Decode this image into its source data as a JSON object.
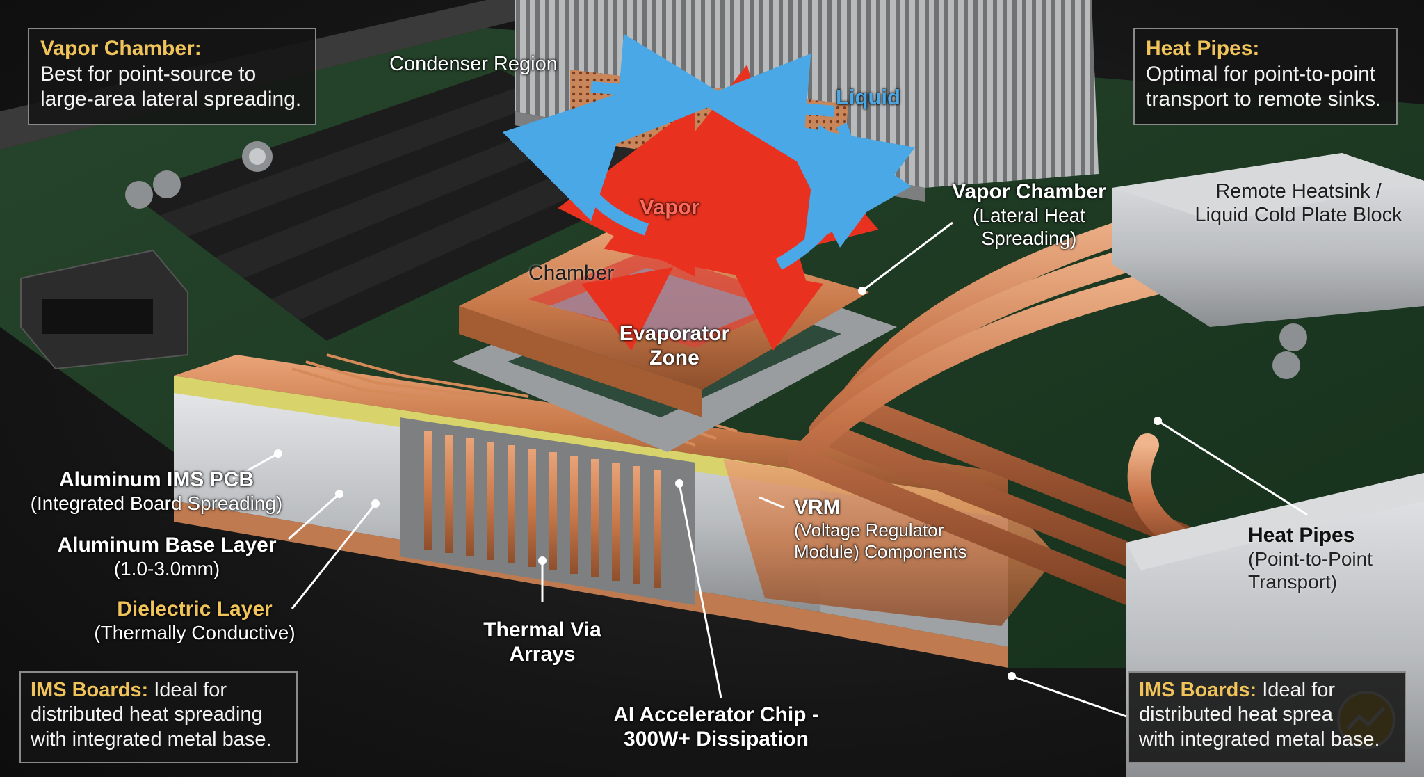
{
  "callouts": {
    "vapor_chamber": {
      "title": "Vapor Chamber:",
      "body_line1": "Best for point-source to",
      "body_line2": "large-area lateral spreading."
    },
    "heat_pipes": {
      "title": "Heat Pipes:",
      "body_line1": "Optimal for point-to-point",
      "body_line2": "transport to remote sinks."
    },
    "ims_left": {
      "title": "IMS Boards:",
      "body_line1": " Ideal for",
      "body_line2": "distributed heat spreading",
      "body_line3": "with integrated metal base."
    },
    "ims_right": {
      "title": "IMS Boards:",
      "body_line1": " Ideal for",
      "body_line2": "distributed heat sprea",
      "body_line3": "with integrated metal base."
    }
  },
  "labels": {
    "condenser_region": "Condenser Region",
    "liquid": "Liquid",
    "vapor": "Vapor",
    "chamber": "Chamber",
    "evaporator_line1": "Evaporator",
    "evaporator_line2": "Zone",
    "vapor_chamber_title": "Vapor Chamber",
    "vapor_chamber_sub1": "(Lateral Heat",
    "vapor_chamber_sub2": "Spreading)",
    "remote_heatsink_line1": "Remote Heatsink /",
    "remote_heatsink_line2": "Liquid Cold Plate Block",
    "aluminum_ims_pcb": "Aluminum IMS PCB",
    "aluminum_ims_pcb_sub": "(Integrated Board Spreading)",
    "aluminum_base": "Aluminum Base Layer",
    "aluminum_base_sub": "(1.0-3.0mm)",
    "dielectric": "Dielectric Layer",
    "dielectric_sub": "(Thermally Conductive)",
    "thermal_via_line1": "Thermal Via",
    "thermal_via_line2": "Arrays",
    "ai_chip_line1": "AI Accelerator Chip -",
    "ai_chip_line2": "300W+ Dissipation",
    "vrm_title": "VRM",
    "vrm_sub1": "(Voltage Regulator",
    "vrm_sub2": "Module) Components",
    "heat_pipes_title": "Heat Pipes",
    "heat_pipes_sub1": "(Point-to-Point",
    "heat_pipes_sub2": "Transport)"
  },
  "colors": {
    "copper": "#c8794a",
    "pcb_green": "#1f3a24",
    "aluminum": "#b9bcbf",
    "dielectric": "#d8d36a",
    "vapor_red": "#e33a2c",
    "liquid_blue": "#3b9de0",
    "callout_title": "#f1c45a"
  },
  "icons": {
    "badge": "chart-badge-icon"
  }
}
